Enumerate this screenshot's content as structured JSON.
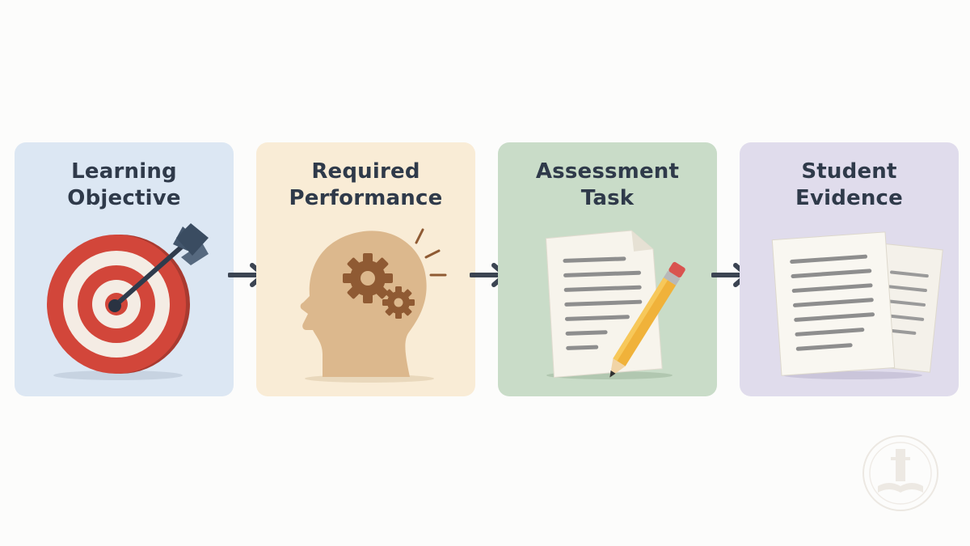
{
  "steps": [
    {
      "title_line1": "Learning",
      "title_line2": "Objective",
      "icon": "target-icon",
      "color": "#dbe6f2"
    },
    {
      "title_line1": "Required",
      "title_line2": "Performance",
      "icon": "head-gears-icon",
      "color": "#f9ecd6"
    },
    {
      "title_line1": "Assessment",
      "title_line2": "Task",
      "icon": "document-pencil-icon",
      "color": "#c9dcc8"
    },
    {
      "title_line1": "Student",
      "title_line2": "Evidence",
      "icon": "papers-icon",
      "color": "#e0dcec"
    }
  ],
  "arrow_color": "#3b4452",
  "watermark_icon": "book-seal-icon"
}
